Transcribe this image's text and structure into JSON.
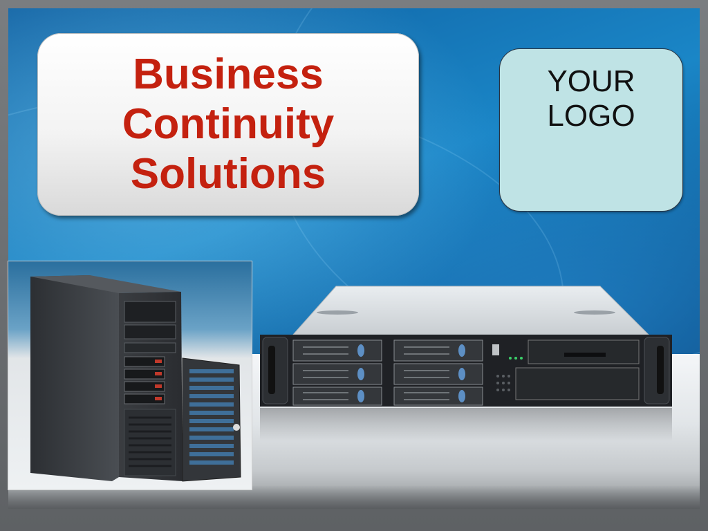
{
  "slide": {
    "title_lines": [
      "Business",
      "Continuity",
      "Solutions"
    ],
    "logo_lines": [
      "YOUR",
      "LOGO"
    ]
  },
  "colors": {
    "title": "#c4210f",
    "logo_box": "#bfe3e5",
    "background_blue": "#1a86c7"
  },
  "images": {
    "tower": "tower-server-image",
    "rack": "rack-server-image"
  }
}
